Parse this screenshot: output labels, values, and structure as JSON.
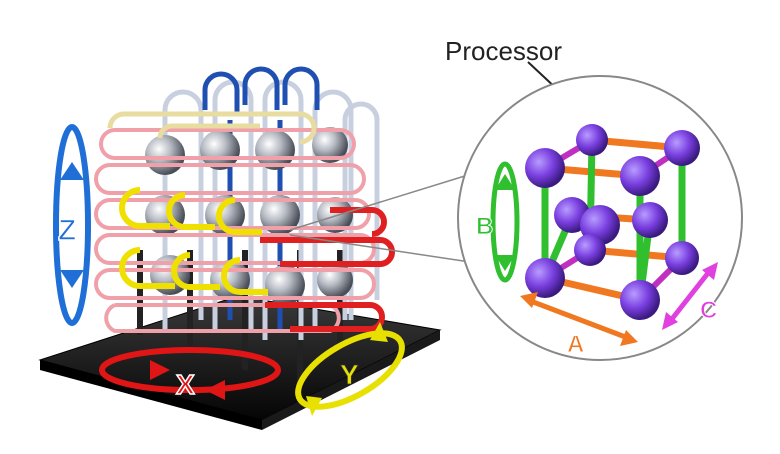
{
  "callout": {
    "label": "Processor"
  },
  "axes": {
    "z": {
      "label": "Z",
      "color": "#1f6fd6"
    },
    "x": {
      "label": "X",
      "color": "#e01515"
    },
    "y": {
      "label": "Y",
      "color": "#e8e000"
    },
    "a": {
      "label": "A",
      "color": "#f07820"
    },
    "b": {
      "label": "B",
      "color": "#2fbf2f"
    },
    "c": {
      "label": "C",
      "color": "#e040e0"
    }
  },
  "colors": {
    "node": "#7a3fe0",
    "base": "#111111",
    "tube_pink": "#f0a0a8",
    "tube_clear": "#c8d0e0",
    "tube_blue": "#1f4fb0",
    "tube_yellow": "#f0e000",
    "tube_red": "#e02020"
  },
  "icons": [
    "rotate-arrow-icon"
  ]
}
